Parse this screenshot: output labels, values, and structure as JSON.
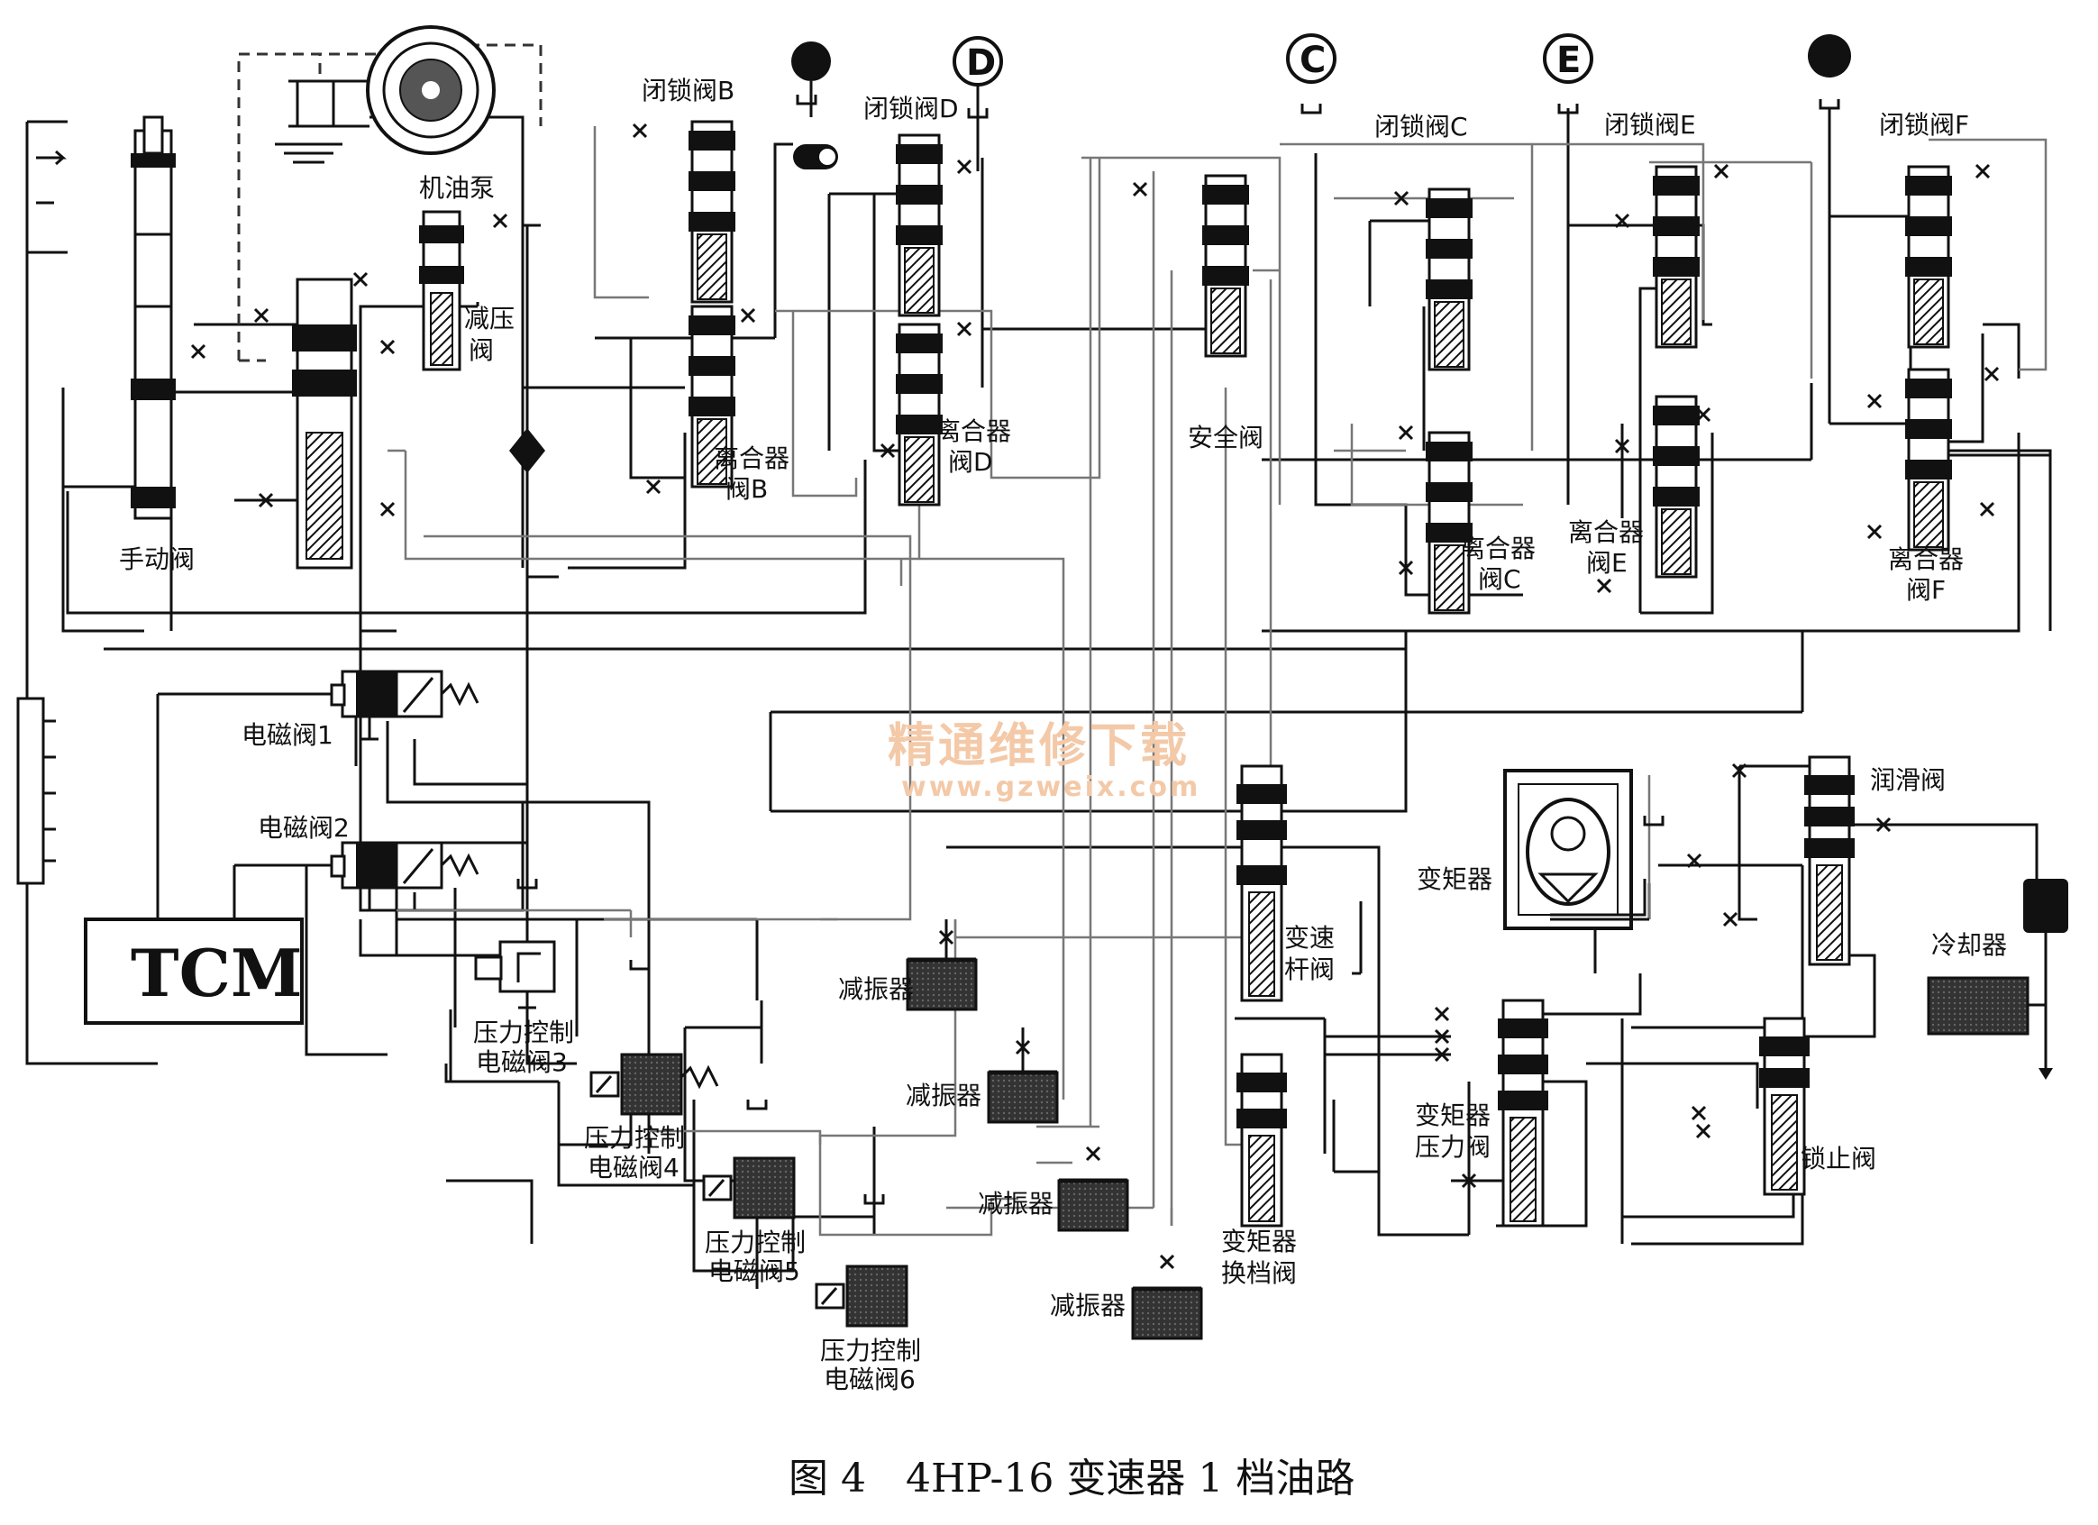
{
  "caption": "图 4　4HP-16 变速器 1 档油路",
  "watermark": {
    "cn": "精通维修下载",
    "url": "www.gzweix.com"
  },
  "tcm_label": "TCM",
  "pump_label": "机油泵",
  "manual_valve": "手动阀",
  "reducing_valve": {
    "line1": "减压",
    "line2": "阀"
  },
  "circle_labels": {
    "d": "D",
    "c": "C",
    "e": "E"
  },
  "lock_valves": {
    "b": "闭锁阀B",
    "d": "闭锁阀D",
    "c": "闭锁阀C",
    "e": "闭锁阀E",
    "f": "闭锁阀F"
  },
  "clutch_valves": {
    "b": {
      "line1": "离合器",
      "line2": "阀B"
    },
    "d": {
      "line1": "离合器",
      "line2": "阀D"
    },
    "c": {
      "line1": "离合器",
      "line2": "阀C"
    },
    "e": {
      "line1": "离合器",
      "line2": "阀E"
    },
    "f": {
      "line1": "离合器",
      "line2": "阀F"
    }
  },
  "safety_valve": "安全阀",
  "solenoid_1": "电磁阀1",
  "solenoid_2": "电磁阀2",
  "pc_solenoid_3": {
    "line1": "压力控制",
    "line2": "电磁阀3"
  },
  "pc_solenoid_4": {
    "line1": "压力控制",
    "line2": "电磁阀4"
  },
  "pc_solenoid_5": {
    "line1": "压力控制",
    "line2": "电磁阀5"
  },
  "pc_solenoid_6": {
    "line1": "压力控制",
    "line2": "电磁阀6"
  },
  "damper": "减振器",
  "shift_lever_valve": {
    "line1": "变速",
    "line2": "杆阀"
  },
  "torque_converter": "变矩器",
  "tc_pressure_valve": {
    "line1": "变矩器",
    "line2": "压力阀"
  },
  "tc_shift_valve": {
    "line1": "变矩器",
    "line2": "换档阀"
  },
  "lubrication_valve": "润滑阀",
  "cooler": "冷却器",
  "lockup_valve": "锁止阀"
}
